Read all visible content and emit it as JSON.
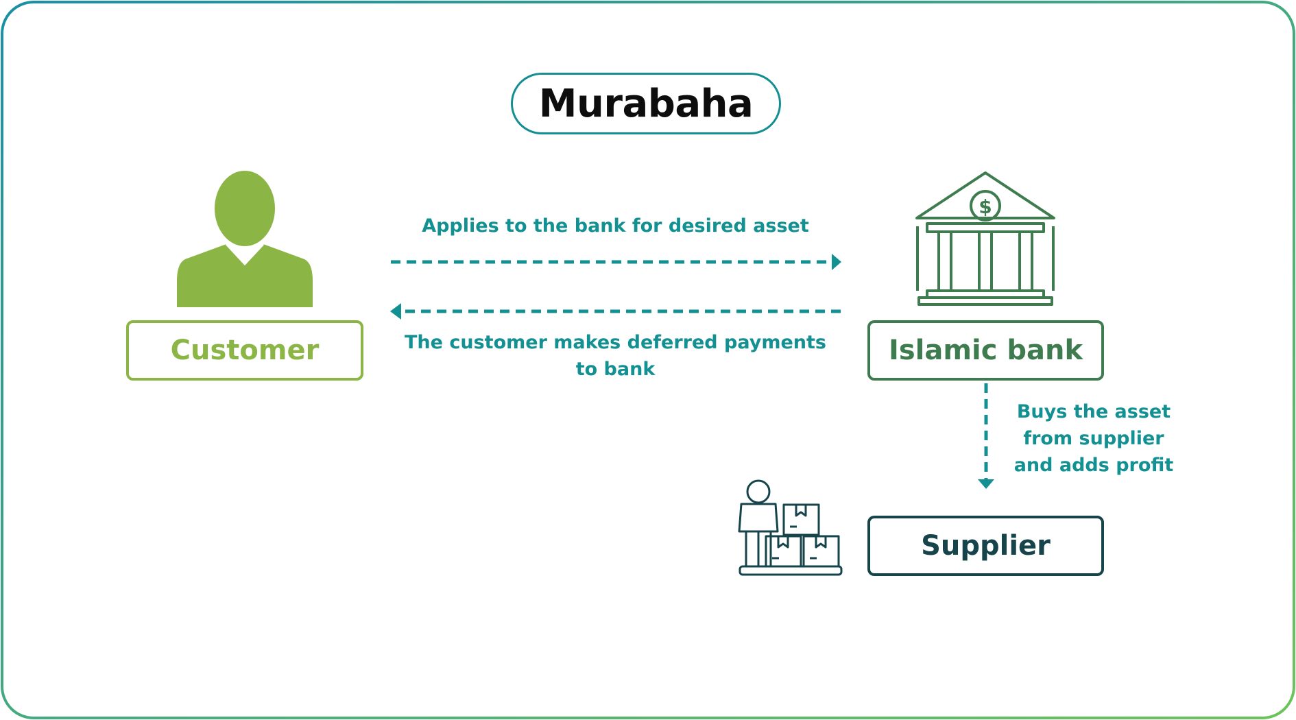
{
  "title": "Murabaha",
  "nodes": {
    "customer": "Customer",
    "bank": "Islamic bank",
    "supplier": "Supplier"
  },
  "arrows": {
    "applies": "Applies to the bank for desired asset",
    "payments": "The customer makes deferred payments to bank",
    "buys": [
      "Buys the asset",
      "from supplier",
      "and adds profit"
    ]
  },
  "icons": {
    "customer": "person-silhouette-icon",
    "bank": "bank-building-icon",
    "supplier": "worker-with-boxes-icon"
  },
  "colors": {
    "teal": "#139092",
    "customer_green": "#8bb544",
    "bank_green": "#3e7c4f",
    "supplier_dark": "#16444a",
    "frame_gradient": [
      "#1a8fa6",
      "#6cc45a"
    ]
  }
}
